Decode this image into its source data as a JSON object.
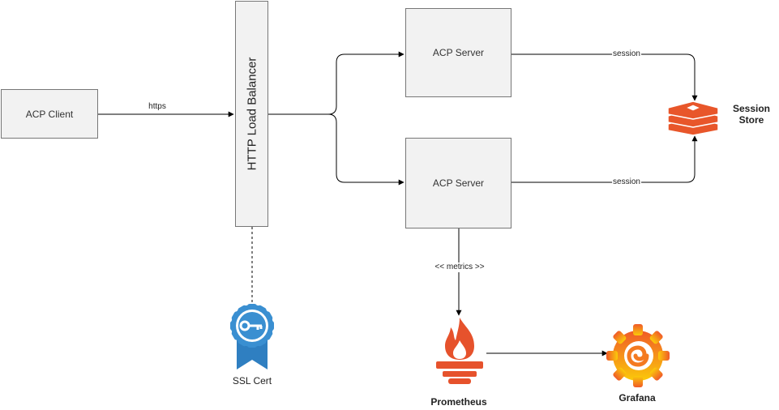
{
  "nodes": {
    "client": "ACP Client",
    "load_balancer": "HTTP Load Balancer",
    "server_top": "ACP Server",
    "server_bottom": "ACP Server",
    "session_store": "Session Store",
    "ssl_cert": "SSL Cert",
    "prometheus": "Prometheus",
    "grafana": "Grafana"
  },
  "edges": {
    "client_to_lb": "https",
    "top_session": "session",
    "bottom_session": "session",
    "metrics": "<< metrics >>"
  },
  "icons": {
    "session_store": "redis-icon",
    "ssl_cert": "certificate-badge-icon",
    "prometheus": "prometheus-flame-icon",
    "grafana": "grafana-swirl-icon"
  },
  "colors": {
    "redis": "#e8562a",
    "cert": "#3a8fd1",
    "prometheus": "#e6522c",
    "grafana_top": "#f05a28",
    "grafana_bottom": "#fbca0a"
  }
}
